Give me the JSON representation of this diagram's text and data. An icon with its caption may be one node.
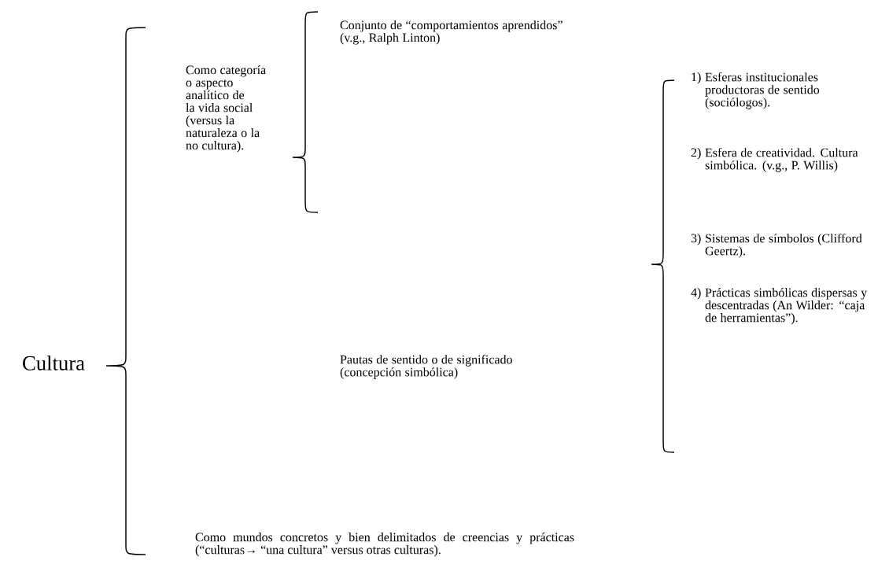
{
  "diagram": {
    "labels": [
      "Cultura",
      "Como categoría o aspecto analítico de la vida social (versus la naturaleza o la no cultura).",
      "Conjunto de “comportamientos aprendidos” (v.g., Ralph Linton)",
      "Pautas de sentido o de significado (concepción simbólica)",
      "1)",
      "Esferas institucionales productoras de sentido (sociólogos).",
      "2)",
      "Esfera de creatividad. Cultura simbólica. (v.g., P. Willis)",
      "3)",
      "Sistemas de símbolos (Clifford Geertz).",
      "4)",
      "Prácticas simbólicas dispersas y descentradas (An Wilder: “caja de herramientas”).",
      "Como mundos concretos y bien delimitados de creencias y prácticas (“culturas→ “una cultura” versus otras culturas)."
    ]
  }
}
